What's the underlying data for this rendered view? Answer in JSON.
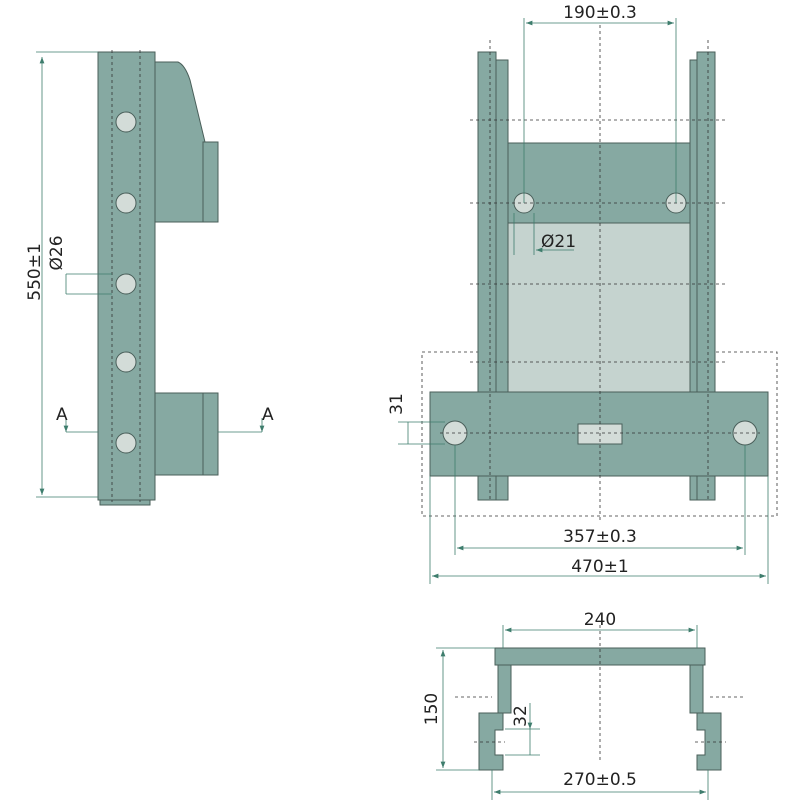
{
  "side_view": {
    "height_dim": "550±1",
    "hole_dia": "Ø26",
    "section_left": "A",
    "section_right": "A"
  },
  "front_view": {
    "hole_spacing": "190±0.3",
    "hole_dia": "Ø21",
    "bar_height": "31",
    "bottom_hole_spacing": "357±0.3",
    "overall_width": "470±1"
  },
  "section_view": {
    "inner_width": "240",
    "height": "150",
    "slot_height": "32",
    "outer_width": "270±0.5"
  },
  "colors": {
    "part": "#86a9a2",
    "panel": "#c5d3cf",
    "dimension": "#3e7d6d"
  }
}
